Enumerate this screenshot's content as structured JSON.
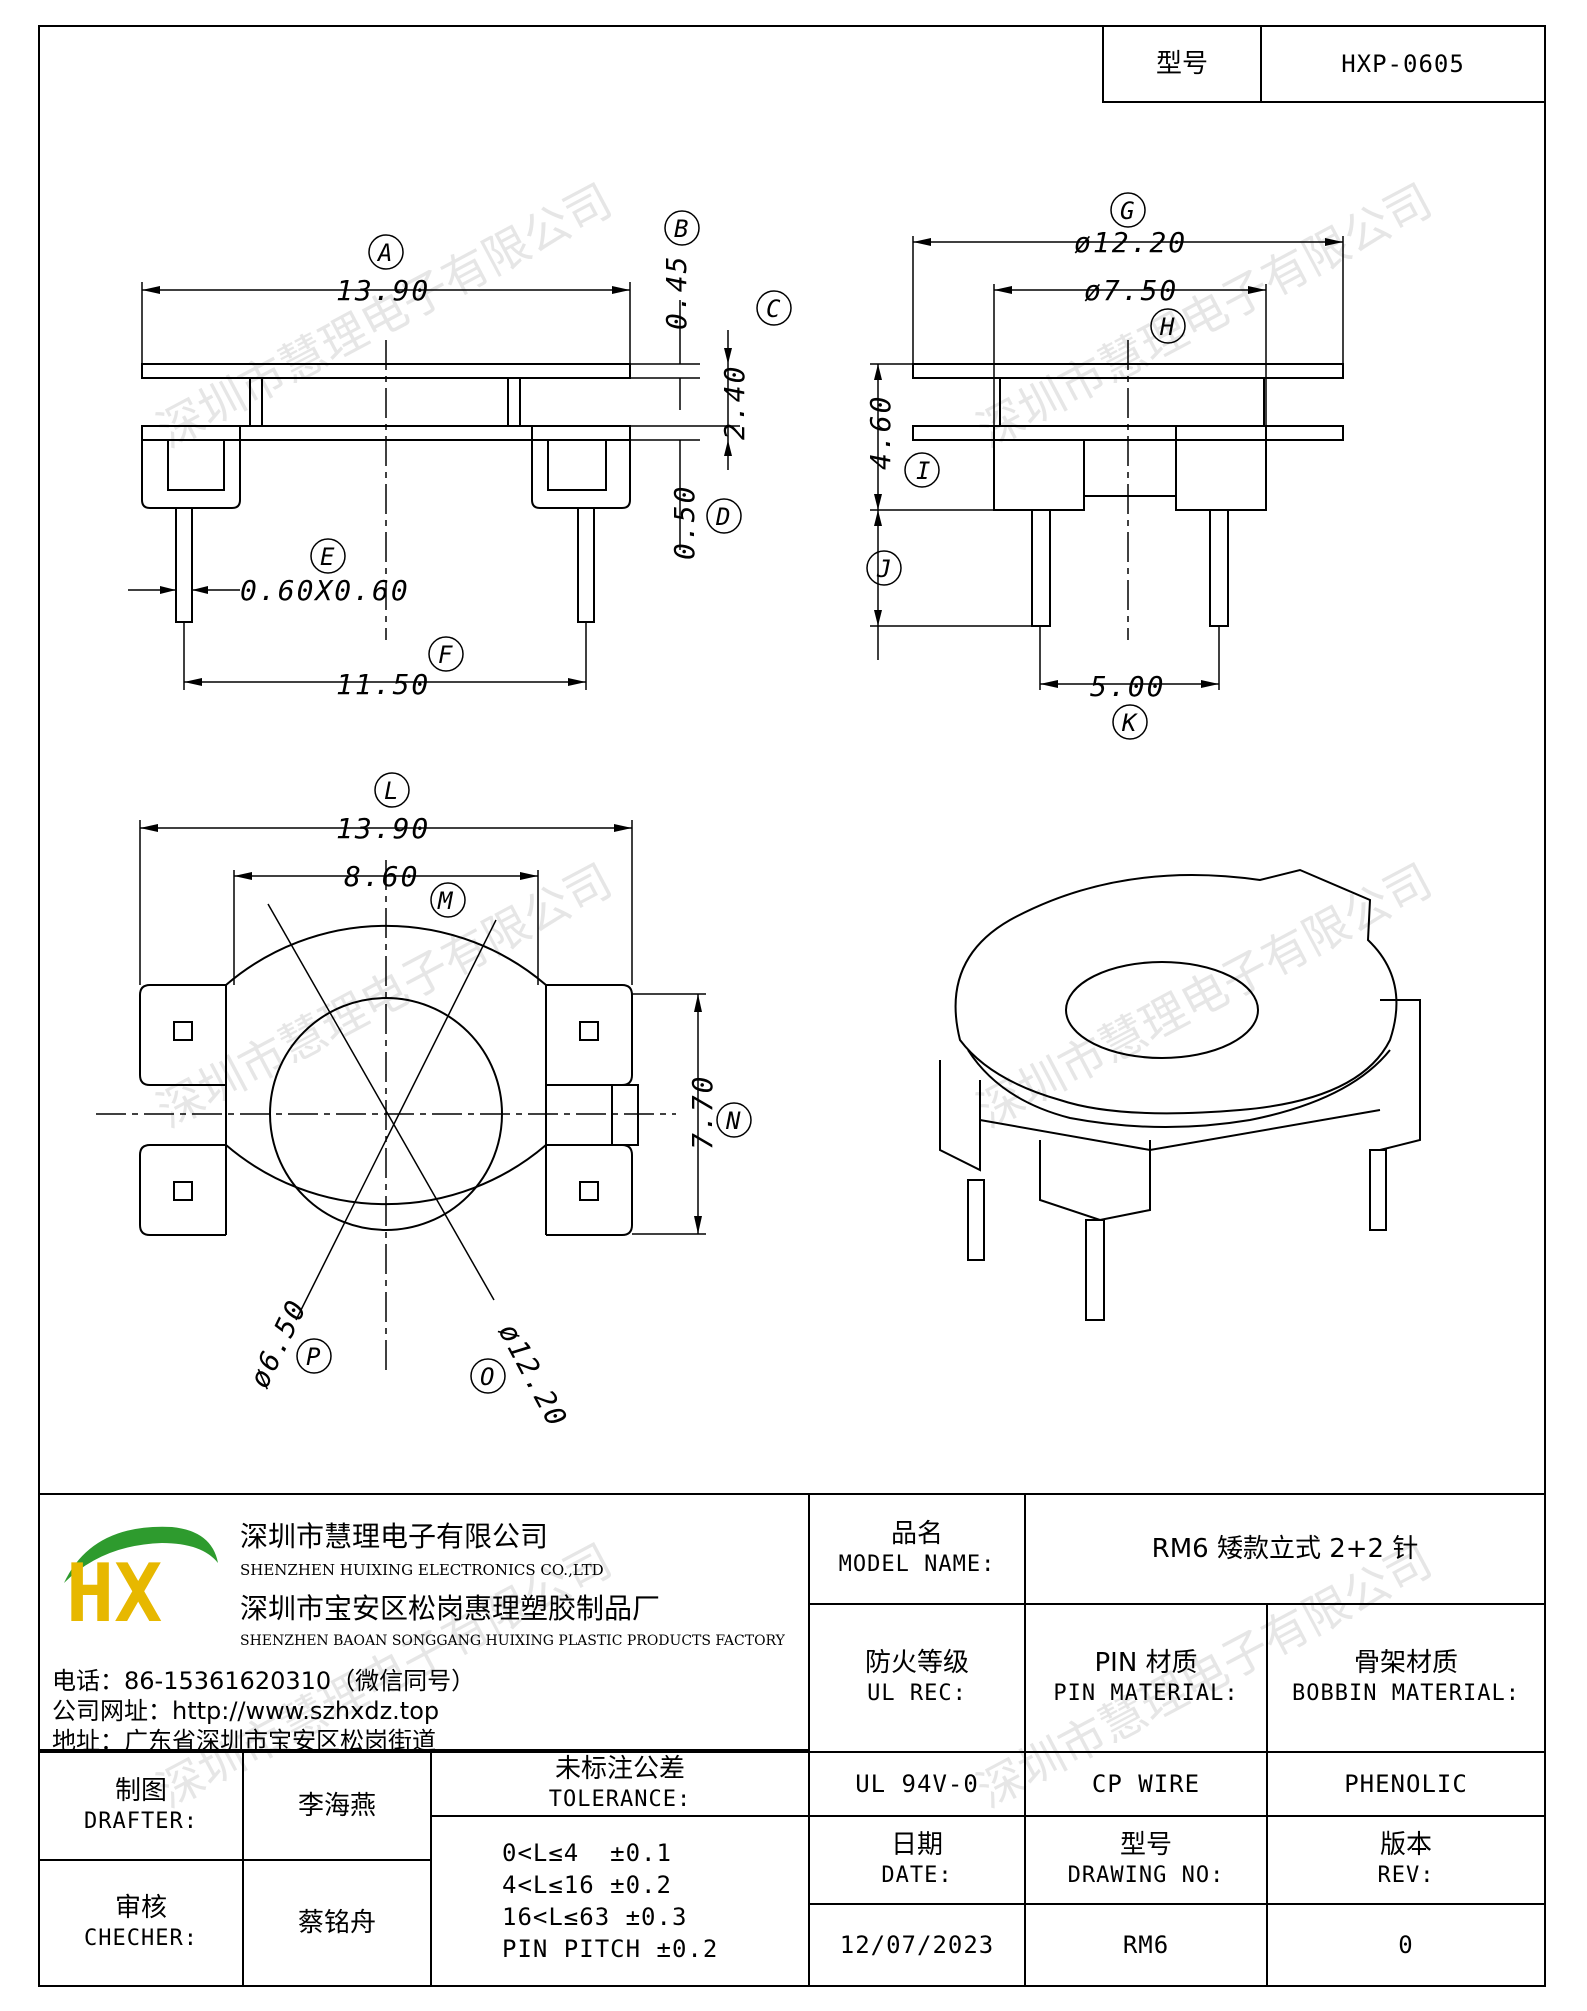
{
  "header": {
    "model_label": "型号",
    "model_value": "HXP-0605"
  },
  "watermark": "深圳市慧理电子有限公司",
  "dimensions": {
    "A": "13.90",
    "B": "0.45",
    "C": "2.40",
    "D": "0.50",
    "E": "0.60X0.60",
    "F": "11.50",
    "G": "ø12.20",
    "H": "ø7.50",
    "I": "4.60",
    "K": "5.00",
    "L": "13.90",
    "M": "8.60",
    "N": "7.70",
    "O": "ø12.20",
    "P": "ø6.50"
  },
  "balloons": [
    "A",
    "B",
    "C",
    "D",
    "E",
    "F",
    "G",
    "H",
    "I",
    "J",
    "K",
    "L",
    "M",
    "N",
    "O",
    "P"
  ],
  "company": {
    "logo_text": "HX",
    "name_cn": "深圳市慧理电子有限公司",
    "name_en": "SHENZHEN HUIXING ELECTRONICS CO.,LTD",
    "factory_cn": "深圳市宝安区松岗惠理塑胶制品厂",
    "factory_en": "SHENZHEN BAOAN SONGGANG HUIXING PLASTIC PRODUCTS FACTORY",
    "phone": "电话：86-15361620310（微信同号）",
    "website": "公司网址：http://www.szhxdz.top",
    "address": "地址：广东省深圳市宝安区松岗街道"
  },
  "title_block": {
    "model_name_cn": "品名",
    "model_name_en": "MODEL NAME:",
    "model_name_value": "RM6 矮款立式 2+2 针",
    "ul_cn": "防火等级",
    "ul_en": "UL REC:",
    "pin_cn": "PIN 材质",
    "pin_en": "PIN MATERIAL:",
    "bobbin_cn": "骨架材质",
    "bobbin_en": "BOBBIN MATERIAL:",
    "ul_value": "UL 94V-0",
    "pin_value": "CP WIRE",
    "bobbin_value": "PHENOLIC",
    "drafter_cn": "制图",
    "drafter_en": "DRAFTER:",
    "drafter_value": "李海燕",
    "checker_cn": "审核",
    "checker_en": "CHECHER:",
    "checker_value": "蔡铭舟",
    "tolerance_cn": "未标注公差",
    "tolerance_en": "TOLERANCE:",
    "tolerance_lines": [
      "0<L≤4  ±0.1",
      "4<L≤16 ±0.2",
      "16<L≤63 ±0.3",
      "PIN PITCH ±0.2"
    ],
    "date_cn": "日期",
    "date_en": "DATE:",
    "date_value": "12/07/2023",
    "drawing_cn": "型号",
    "drawing_en": "DRAWING NO:",
    "drawing_value": "RM6",
    "rev_cn": "版本",
    "rev_en": "REV:",
    "rev_value": "0"
  }
}
